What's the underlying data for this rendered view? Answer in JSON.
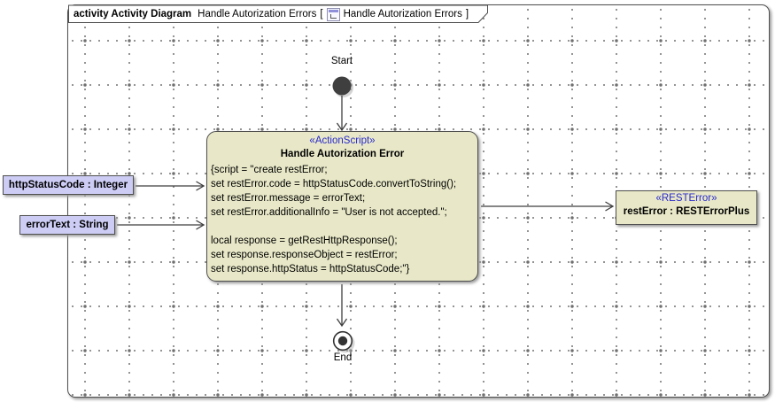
{
  "frame_header": {
    "kind_label": "activity Activity Diagram",
    "diagram_name": "Handle Autorization Errors",
    "bracket_open": "[",
    "bracket_reference": "Handle Autorization Errors",
    "bracket_close": "]"
  },
  "nodes": {
    "start": {
      "label": "Start"
    },
    "end": {
      "label": "End"
    },
    "action": {
      "stereotype": "«ActionScript»",
      "name": "Handle Autorization Error",
      "script_lines": [
        "{script = \"create restError;",
        "set restError.code = httpStatusCode.convertToString();",
        "set restError.message = errorText;",
        "set restError.additionalInfo = \"User is not accepted.\";",
        "",
        "local response = getRestHttpResponse();",
        "set response.responseObject = restError;",
        "set response.httpStatus = httpStatusCode;\"}"
      ]
    },
    "input_pins": [
      {
        "label": "httpStatusCode : Integer"
      },
      {
        "label": "errorText : String"
      }
    ],
    "object_node": {
      "stereotype": "«RESTError»",
      "label": "restError : RESTErrorPlus"
    }
  },
  "colors": {
    "node_fill": "#e8e8c8",
    "pin_fill": "#ccccf5",
    "stereotype_text": "#2929cc",
    "frame_border": "#4f4f4f",
    "grid_dot": "#8c8c8c",
    "flow_line": "#3f3f3f"
  }
}
